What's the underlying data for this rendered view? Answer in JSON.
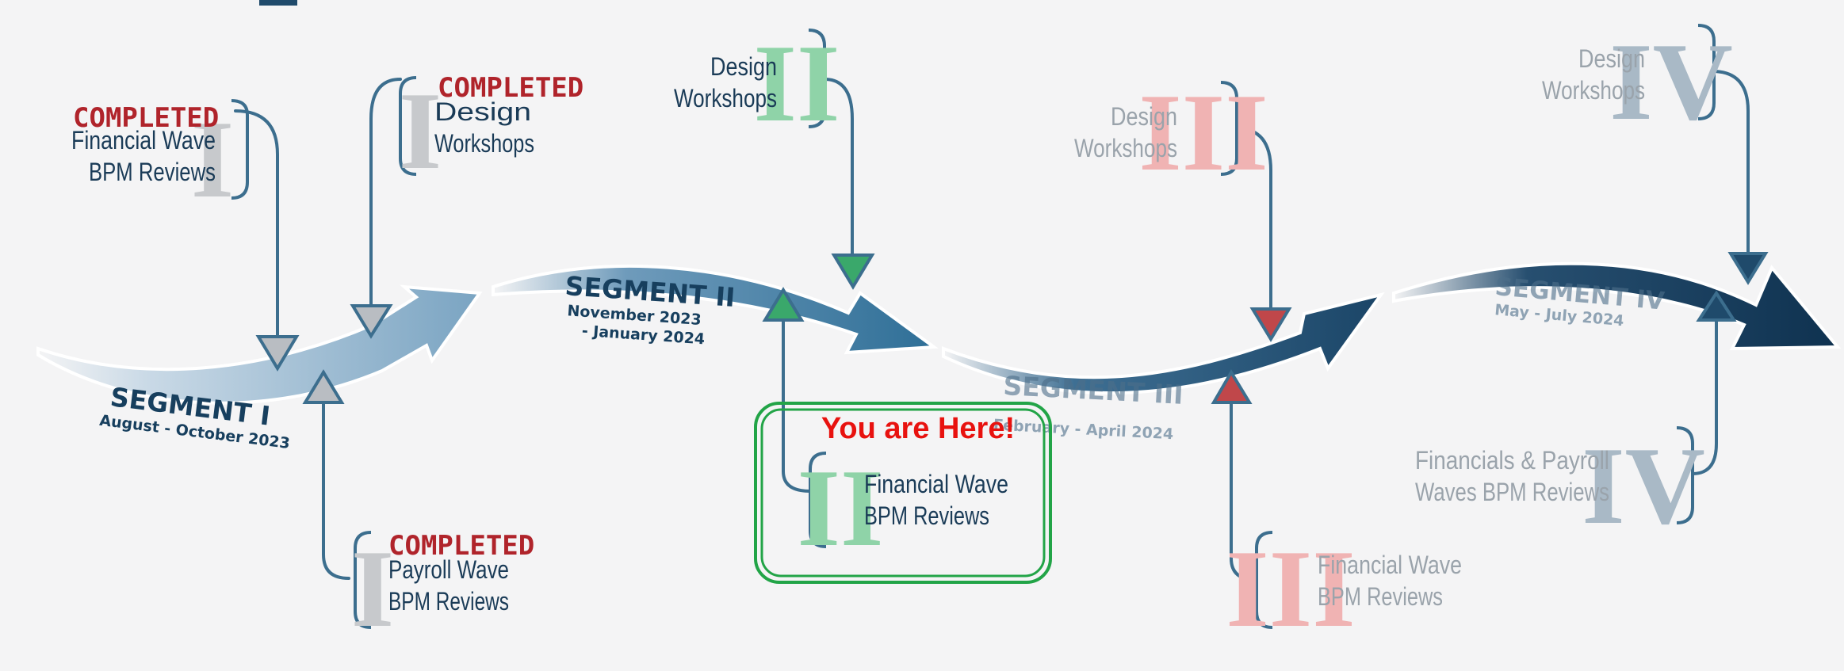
{
  "colors": {
    "background": "#f4f4f5",
    "completed_stamp": "#b0242b",
    "connector_completed": "#3c6e8e",
    "numeral_completed": "#c7c9cc",
    "numeral_current": "#8fd3a8",
    "numeral_future_red": "#f0b3b3",
    "numeral_future_blue": "#a9b9c6",
    "triangle_grey": "#b9bdc2",
    "triangle_green": "#3aa86b",
    "triangle_red": "#c0474a",
    "triangle_navy": "#1f4a6b",
    "marker_box": "#22a447",
    "marker_text": "#e8120f",
    "arrow_light": "#7aa4c2",
    "arrow_mid": "#2f6f97",
    "arrow_dark": "#123a5a"
  },
  "segments": [
    {
      "title": "SEGMENT I",
      "dates": "August - October 2023"
    },
    {
      "title": "SEGMENT II",
      "dates_line1": "November 2023",
      "dates_line2": "- January 2024"
    },
    {
      "title": "SEGMENT III",
      "dates": "February - April 2024"
    },
    {
      "title": "SEGMENT IV",
      "dates": "May - July 2024"
    }
  ],
  "milestones": {
    "seg1_top": {
      "numeral": "I",
      "status": "COMPLETED",
      "line1": "Financial Wave",
      "line2": "BPM Reviews"
    },
    "seg1_top2": {
      "numeral": "I",
      "status": "COMPLETED",
      "line1": "Design",
      "line2": "Workshops"
    },
    "seg1_bottom": {
      "numeral": "I",
      "status": "COMPLETED",
      "line1": "Payroll Wave",
      "line2": "BPM Reviews"
    },
    "seg2_top": {
      "numeral": "II",
      "line1": "Design",
      "line2": "Workshops"
    },
    "seg2_bottom": {
      "numeral": "II",
      "line1": "Financial Wave",
      "line2": "BPM Reviews"
    },
    "seg3_top": {
      "numeral": "III",
      "line1": "Design",
      "line2": "Workshops"
    },
    "seg3_bottom": {
      "numeral": "III",
      "line1": "Financial Wave",
      "line2": "BPM Reviews"
    },
    "seg4_top": {
      "numeral": "IV",
      "line1": "Design",
      "line2": "Workshops"
    },
    "seg4_bottom": {
      "numeral": "IV",
      "line1": "Financials & Payroll",
      "line2": "Waves BPM Reviews"
    }
  },
  "current_marker": {
    "label": "You are Here!"
  }
}
